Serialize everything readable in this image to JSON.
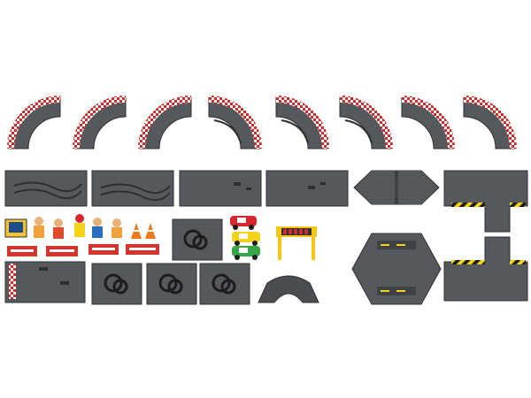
{
  "title": "",
  "colors": {
    "road": "#55585d",
    "road_dark": "#3e4145",
    "road_edge": "#2d2f33",
    "curb_red": "#d42a2a",
    "curb_white": "#ffffff",
    "stripe_yellow": "#f2d21b",
    "stripe_black": "#1e1e1e",
    "tire": "#1c1c1c",
    "arch": "#4a4d52",
    "gantry_yellow": "#f5c518",
    "car_red": "#d8262d",
    "car_yellow": "#f4d11a",
    "car_green": "#3aa548",
    "cone_orange": "#f07a1c",
    "barrier_red": "#d3342b",
    "figure_skin": "#e9b27a",
    "figure_orange": "#f2a03a"
  },
  "inventory": {
    "curved_tracks": 8,
    "straight_tracks": 4,
    "crossover_tracks": 2,
    "t_junctions": 2,
    "tire_wall_tiles": 4,
    "figures": 6,
    "cones": 2,
    "barriers": 4,
    "cars": 3
  },
  "cars": [
    {
      "name": "car-red",
      "color": "#d8262d"
    },
    {
      "name": "car-yellow",
      "color": "#f4d11a"
    },
    {
      "name": "car-green",
      "color": "#3aa548"
    }
  ]
}
